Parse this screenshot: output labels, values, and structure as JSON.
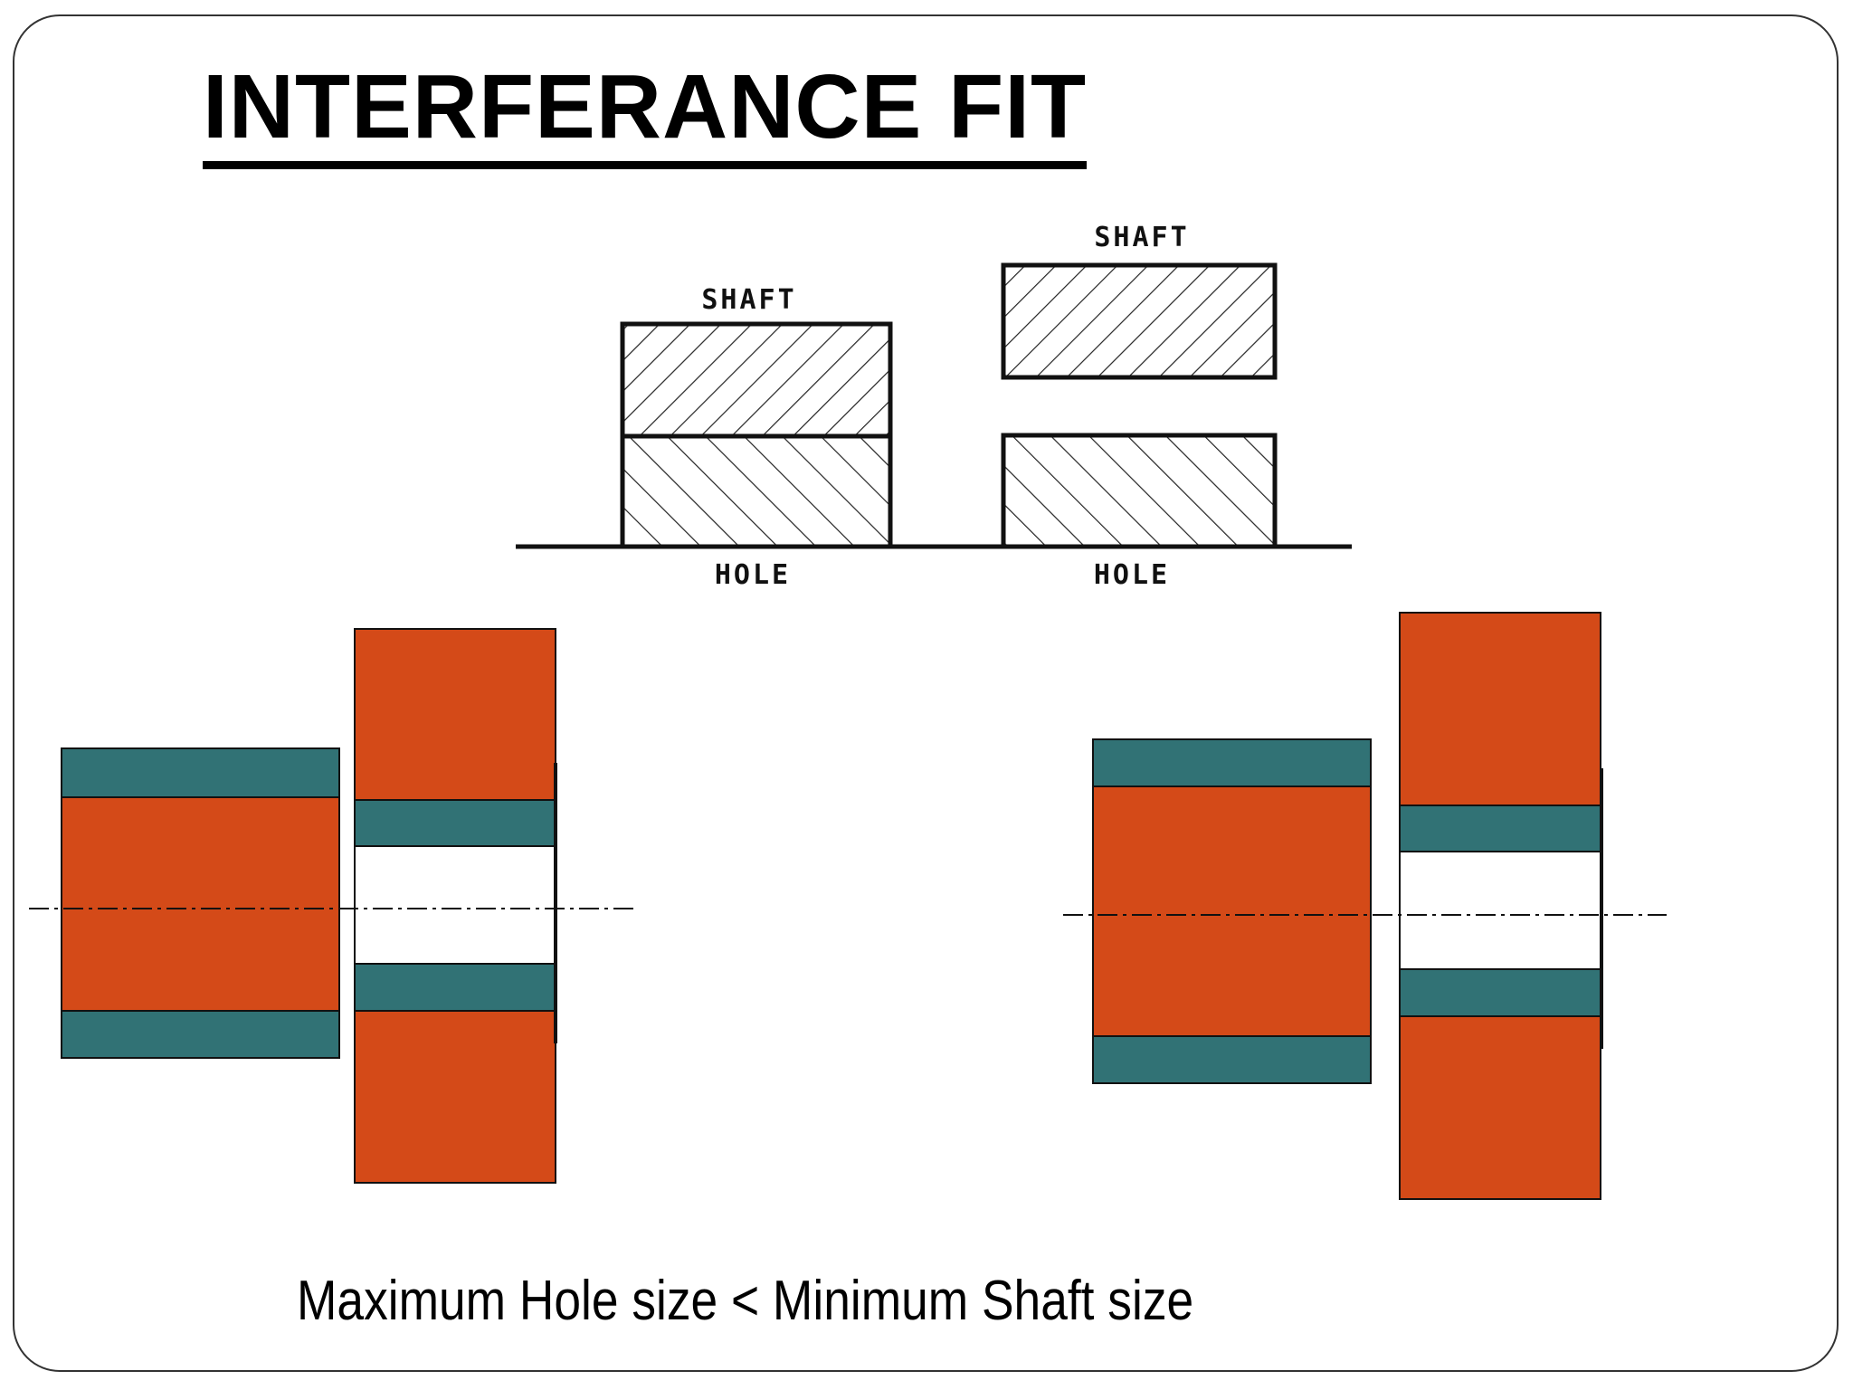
{
  "title": "INTERFERANCE FIT",
  "sketch": {
    "left_shaft_label": "SHAFT",
    "right_shaft_label": "SHAFT",
    "left_hole_label": "HOLE",
    "right_hole_label": "HOLE"
  },
  "colors": {
    "part_fill": "#d44a18",
    "band_fill": "#317275",
    "outline": "#111111",
    "hatch": "#222222",
    "frame": "#333333"
  },
  "caption": "Maximum Hole size < Minimum Shaft size"
}
